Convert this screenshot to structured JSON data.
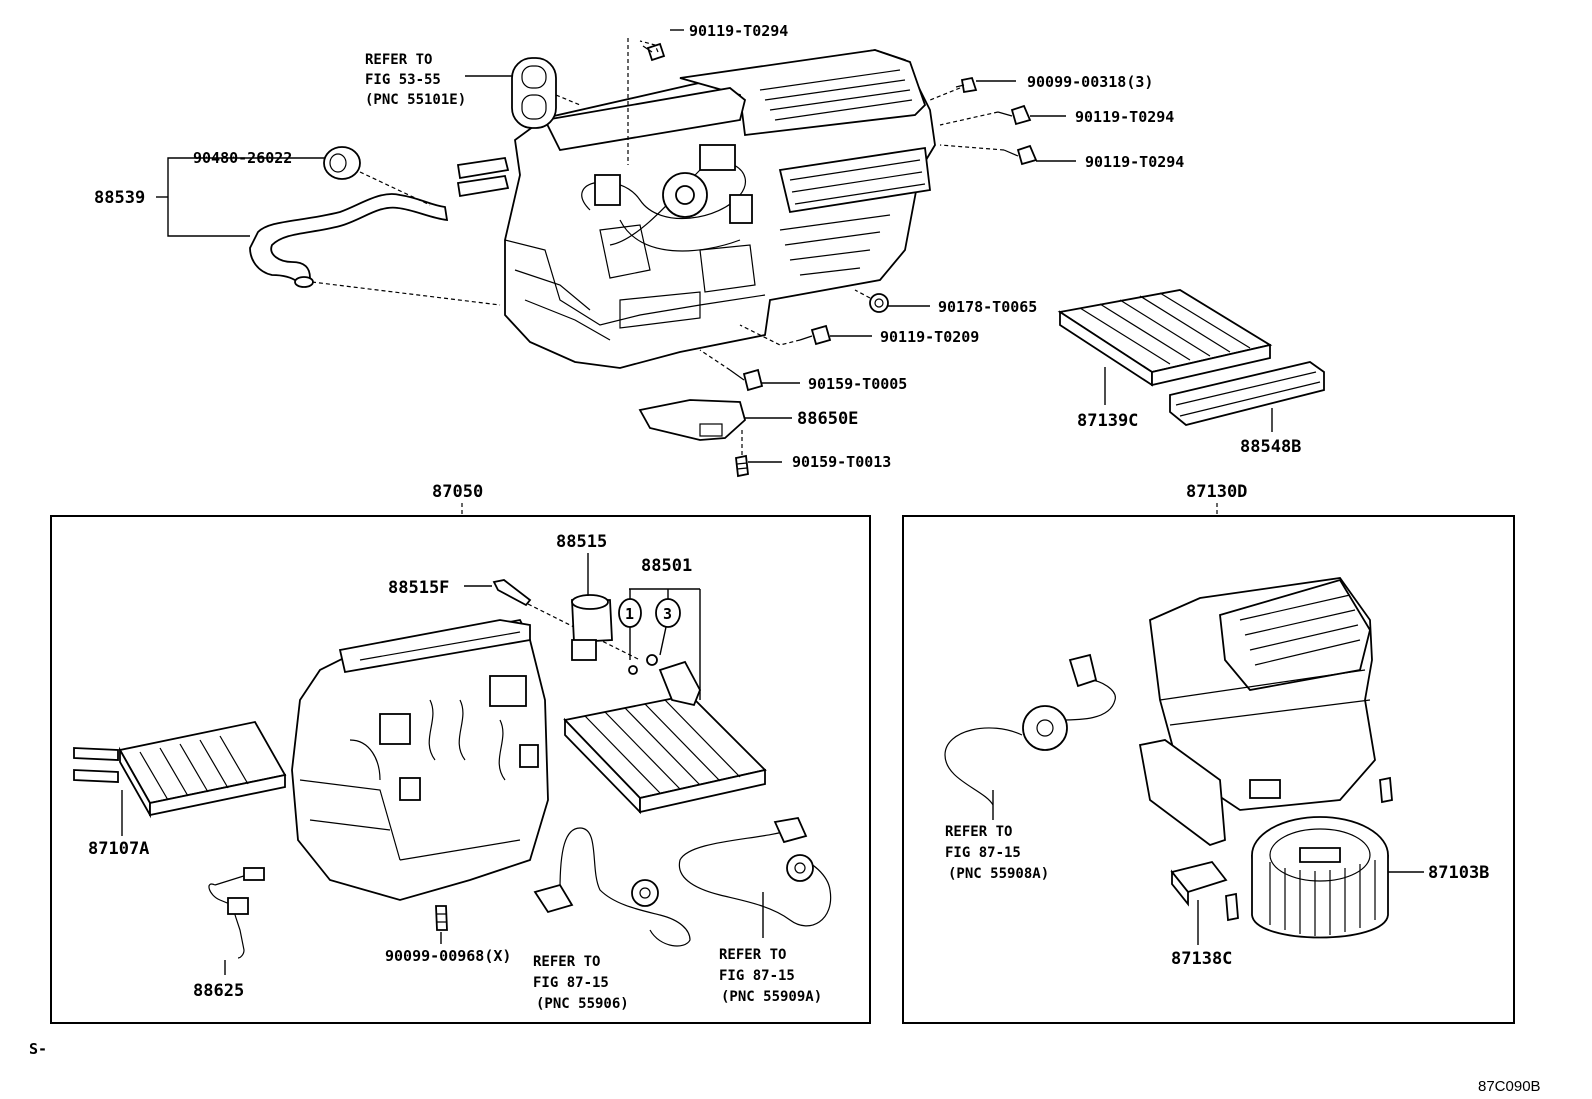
{
  "labels": {
    "p90119_t0294_a": "90119-T0294",
    "refer_fig_53_55": [
      "REFER TO",
      "FIG 53-55",
      "(PNC 55101E)"
    ],
    "p90099_00318": "90099-00318(3)",
    "p90119_t0294_b": "90119-T0294",
    "p90119_t0294_c": "90119-T0294",
    "p90480_26022": "90480-26022",
    "p88539": "88539",
    "p90178_t0065": "90178-T0065",
    "p90119_t0209": "90119-T0209",
    "p90159_t0005": "90159-T0005",
    "p88650e": "88650E",
    "p90159_t0013": "90159-T0013",
    "p87139c": "87139C",
    "p88548b": "88548B",
    "p87050": "87050",
    "p87130d": "87130D",
    "p88515": "88515",
    "p88501": "88501",
    "p88515f": "88515F",
    "circle_1": "1",
    "circle_3": "3",
    "p87107a": "87107A",
    "p88625": "88625",
    "p90099_00968": "90099-00968(X)",
    "refer_fig_87_15_55906": [
      "REFER TO",
      "FIG 87-15",
      "(PNC 55906)"
    ],
    "refer_fig_87_15_55909a": [
      "REFER TO",
      "FIG 87-15",
      "(PNC 55909A)"
    ],
    "refer_fig_87_15_55908a": [
      "REFER TO",
      "FIG 87-15",
      "(PNC 55908A)"
    ],
    "p87103b": "87103B",
    "p87138c": "87138C",
    "footer_left": "S-",
    "figure_code": "87C090B"
  }
}
